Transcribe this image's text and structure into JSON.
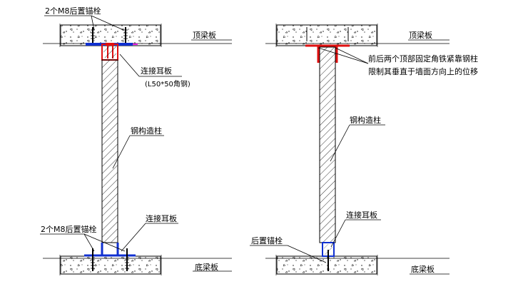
{
  "left": {
    "top_anchor_label": "2个M8后置锚栓",
    "top_slab_label": "顶梁板",
    "ear_plate_label": "连接耳板",
    "ear_plate_spec": "(L50*50角钢)",
    "column_label": "钢构造柱",
    "bottom_anchor_label": "2个M8后置锚栓",
    "bottom_ear_plate_label": "连接耳板",
    "bottom_slab_label": "底梁板"
  },
  "right": {
    "top_slab_label": "顶梁板",
    "note_line1": "前后两个顶部固定角铁紧靠钢柱",
    "note_line2": "限制其垂直于墙面方向上的位移",
    "column_label": "钢构造柱",
    "ear_plate_label": "连接耳板",
    "anchor_label": "后置锚栓",
    "bottom_slab_label": "底梁板"
  },
  "colors": {
    "line": "#000000",
    "plate_red": "#e01010",
    "plate_blue": "#1030d0",
    "anchor_magenta": "#e020e0"
  }
}
